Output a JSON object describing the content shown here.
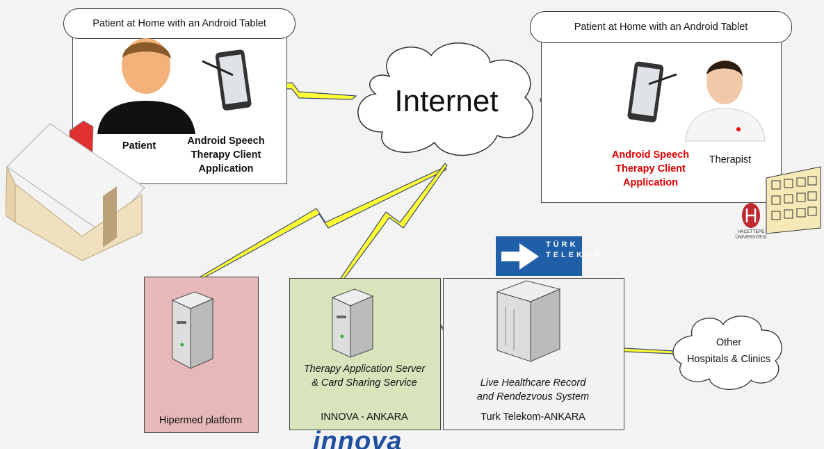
{
  "header_left": "Patient at Home with an Android Tablet",
  "header_right": "Patient at Home with an Android Tablet",
  "internet": "Internet",
  "patient": "Patient",
  "client_left": [
    "Android Speech",
    "Therapy Client",
    "Application"
  ],
  "client_right": [
    "Android Speech",
    "Therapy Client",
    "Application"
  ],
  "therapist": "Therapist",
  "hospital_logo": "HACETTEPE ÜNİVERSİTESİ",
  "telekom_logo": "TÜRK TELEKOM",
  "hipermed": "Hipermed platform",
  "therapy_server": [
    "Therapy Application Server",
    "& Card Sharing Service"
  ],
  "innova_location": "INNOVA - ANKARA",
  "healthcare_system": [
    "Live Healthcare Record",
    "and Rendezvous System"
  ],
  "telekom_location": "Turk Telekom-ANKARA",
  "other_hospitals": [
    "Other",
    "Hospitals & Clinics"
  ],
  "innova_logo": "innova",
  "colors": {
    "hipermed_bg": "#e6b8b7",
    "innova_bg": "#d8e4bc",
    "telekom_bg": "#f2f2f2",
    "client_right_text": "#e00000",
    "lightning": "#ffff33",
    "telekom_logo_bg": "#1f5fa8",
    "innova_logo": "#1f4fa0"
  }
}
